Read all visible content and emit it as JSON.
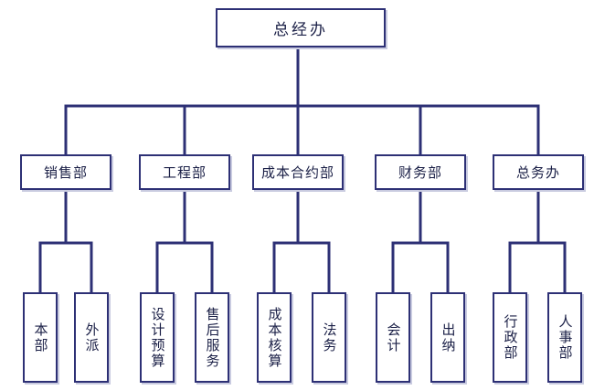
{
  "org_chart": {
    "root": {
      "label": "总经办"
    },
    "departments": [
      {
        "label": "销售部",
        "children": [
          {
            "label": "本部"
          },
          {
            "label": "外派"
          }
        ]
      },
      {
        "label": "工程部",
        "children": [
          {
            "label": "设计预算"
          },
          {
            "label": "售后服务"
          }
        ]
      },
      {
        "label": "成本合约部",
        "children": [
          {
            "label": "成本核算"
          },
          {
            "label": "法务"
          }
        ]
      },
      {
        "label": "财务部",
        "children": [
          {
            "label": "会计"
          },
          {
            "label": "出纳"
          }
        ]
      },
      {
        "label": "总务办",
        "children": [
          {
            "label": "行政部"
          },
          {
            "label": "人事部"
          }
        ]
      }
    ]
  },
  "colors": {
    "line": "#2d3075",
    "box_border": "#2d3075",
    "text": "#1a1f46",
    "background": "#ffffff"
  }
}
